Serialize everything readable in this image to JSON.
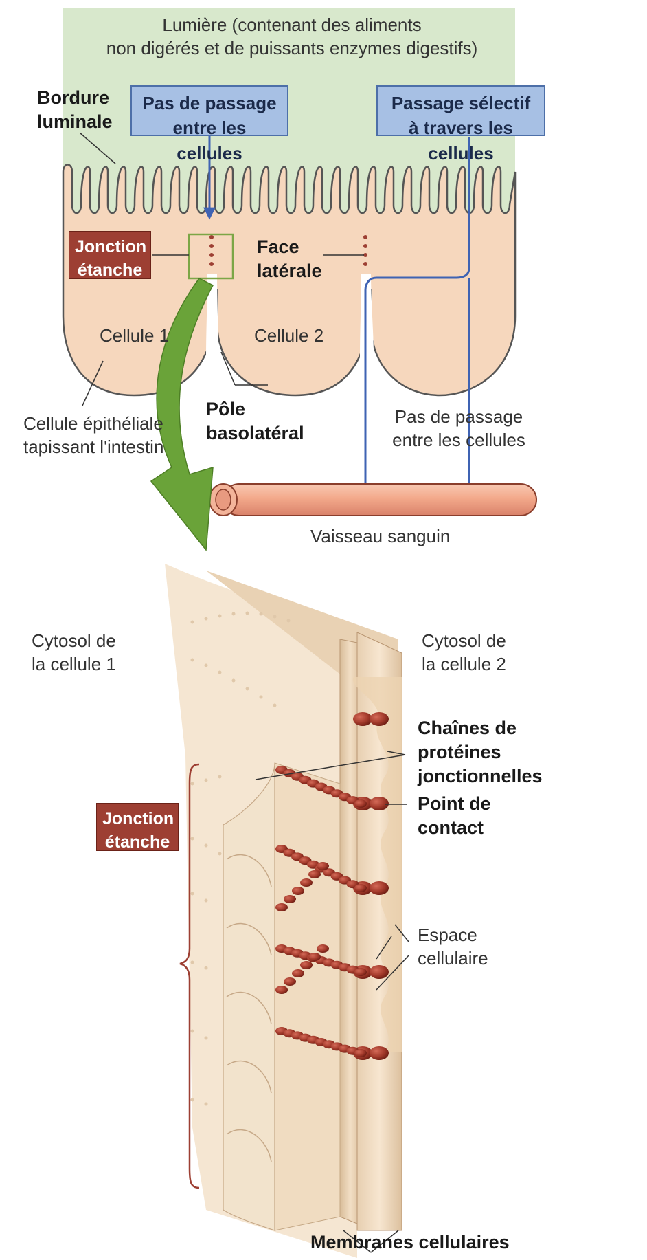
{
  "lumen": {
    "line1": "Lumière (contenant des aliments",
    "line2": "non digérés et de puissants enzymes digestifs)"
  },
  "bordure_luminale": {
    "line1": "Bordure",
    "line2": "luminale"
  },
  "box_no_passage": {
    "line1": "Pas de passage",
    "line2": "entre les cellules"
  },
  "box_selective": {
    "line1": "Passage sélectif",
    "line2": "à travers les cellules"
  },
  "tight_junction_top": {
    "line1": "Jonction",
    "line2": "étanche"
  },
  "face_laterale": {
    "line1": "Face",
    "line2": "latérale"
  },
  "cell1_label": "Cellule 1",
  "cell2_label": "Cellule 2",
  "pole": {
    "line1": "Pôle",
    "line2": "basolatéral"
  },
  "epithelial": {
    "line1": "Cellule épithéliale",
    "line2": "tapissant l'intestin"
  },
  "no_passage_bottom": {
    "line1": "Pas de passage",
    "line2": "entre les cellules"
  },
  "vessel_label": "Vaisseau sanguin",
  "cytosol1": {
    "line1": "Cytosol de",
    "line2": "la cellule 1"
  },
  "cytosol2": {
    "line1": "Cytosol de",
    "line2": "la cellule 2"
  },
  "chains": {
    "line1": "Chaînes de",
    "line2": "protéines",
    "line3": "jonctionnelles"
  },
  "point": {
    "line1": "Point de",
    "line2": "contact"
  },
  "tight_junction_bottom": {
    "line1": "Jonction",
    "line2": "étanche"
  },
  "espace": {
    "line1": "Espace",
    "line2": "cellulaire"
  },
  "membranes": "Membranes cellulaires",
  "colors": {
    "lumen": "#d8e8cc",
    "cell": "#f6d7bd",
    "cell_outline": "#555555",
    "arrow_blue": "#3f63b3",
    "arrow_green": "#6aa339",
    "vessel": "#f0a88a",
    "junction_red": "#9d3f33",
    "membrane": "#f1ddc4"
  }
}
